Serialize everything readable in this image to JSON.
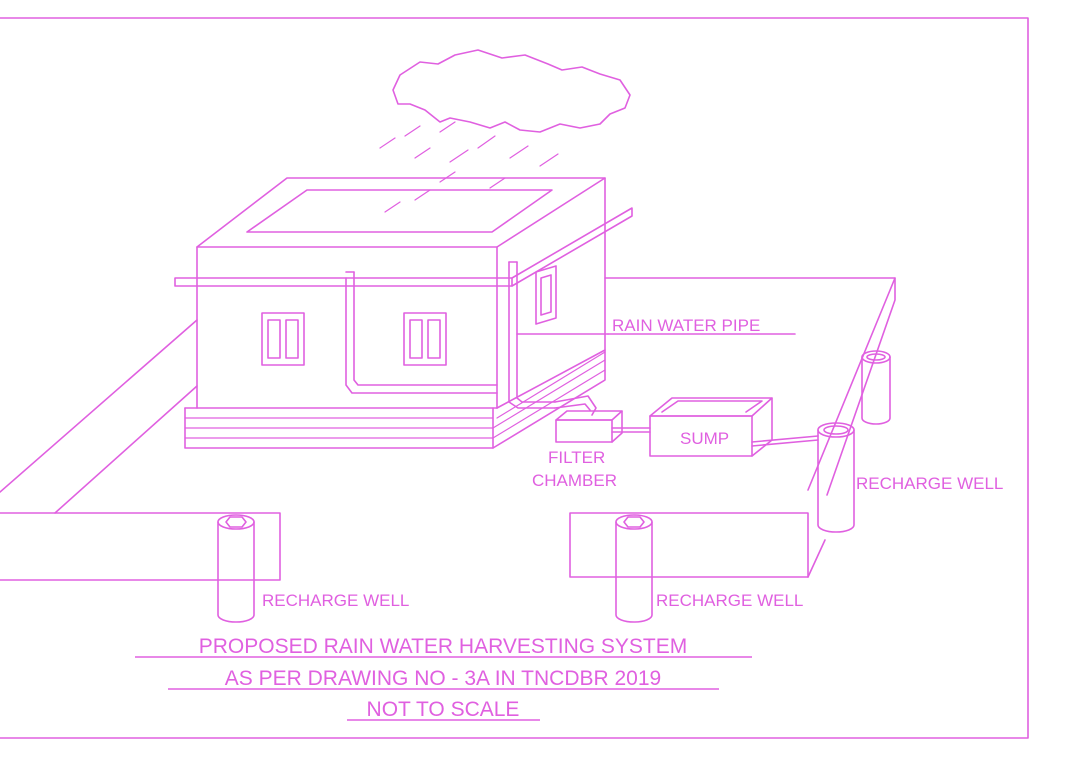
{
  "colors": {
    "line": "#e060e0",
    "background": "#ffffff"
  },
  "labels": {
    "rain_water_pipe": "RAIN WATER PIPE",
    "filter_line1": "FILTER",
    "filter_line2": "CHAMBER",
    "sump": "SUMP",
    "recharge_well_right": "RECHARGE WELL",
    "recharge_well_left": "RECHARGE WELL",
    "recharge_well_middle": "RECHARGE WELL"
  },
  "caption": {
    "line1": "PROPOSED RAIN WATER HARVESTING SYSTEM",
    "line2": "AS PER DRAWING NO - 3A IN TNCDBR 2019",
    "line3": "NOT TO SCALE"
  }
}
